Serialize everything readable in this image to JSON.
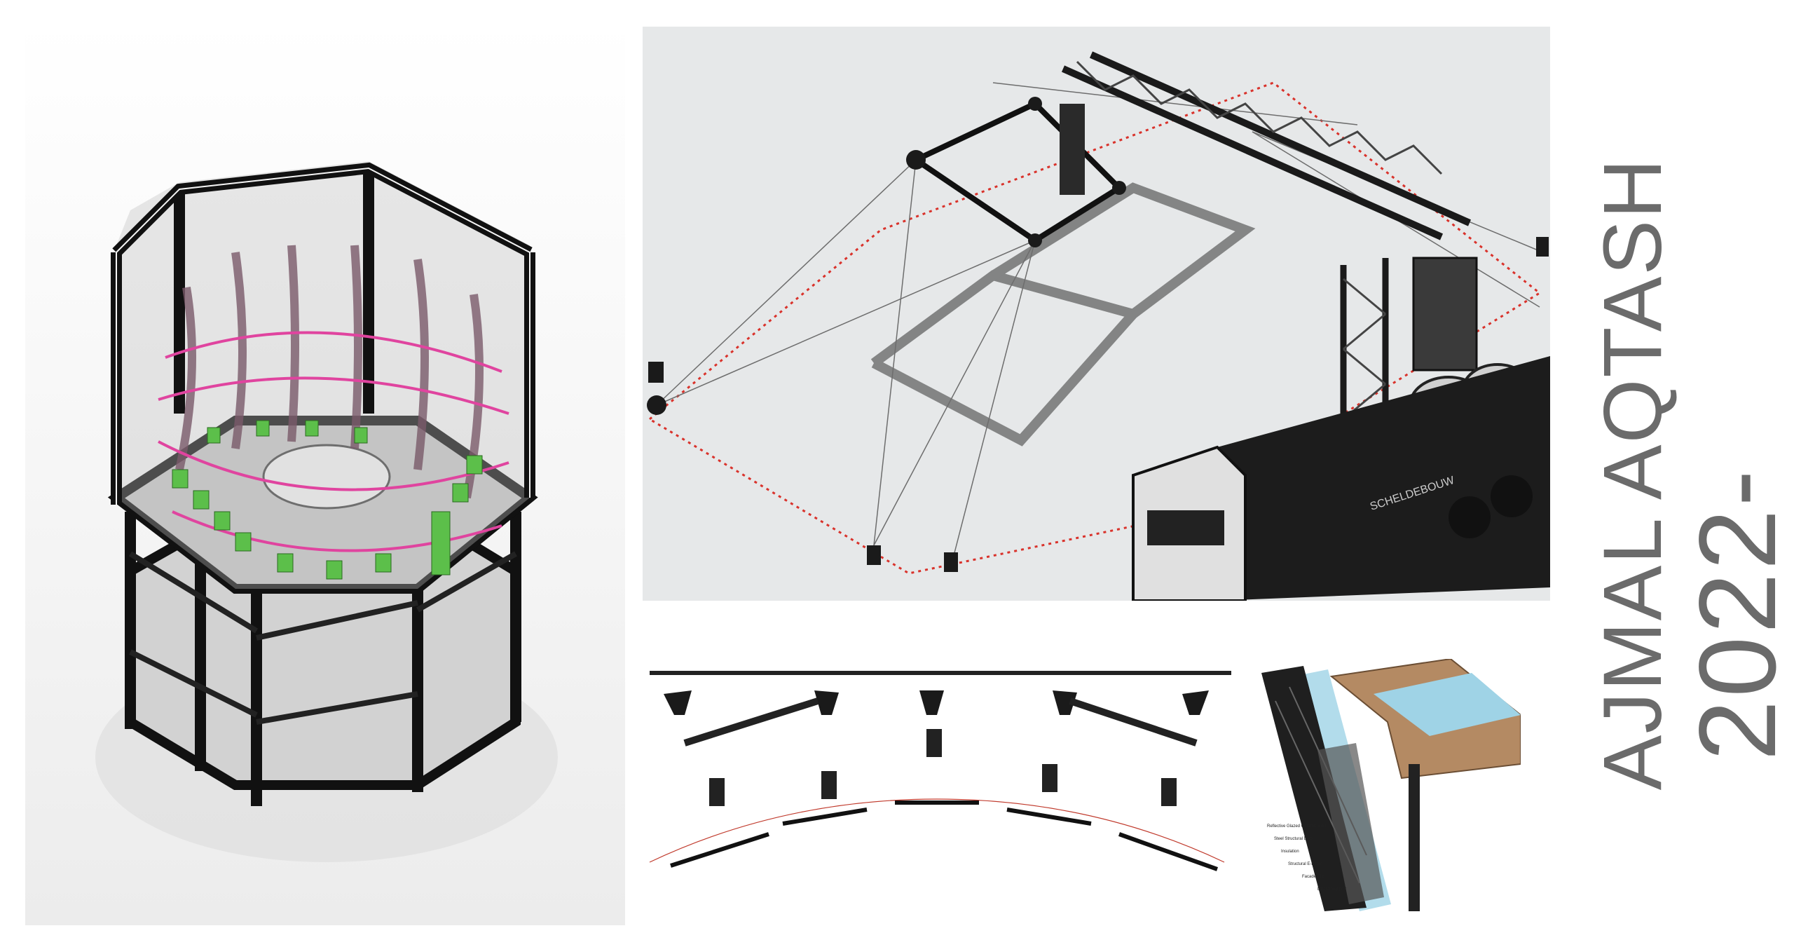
{
  "title": {
    "name": "AJMAL AQTASH",
    "years": "2022-"
  },
  "panels": {
    "pavilion": {},
    "crane": {
      "truck_text": "SCHELDEBOUW"
    },
    "fixings": {},
    "facade_section": {
      "labels": [
        "Reflective Glazed Ceramic Brick",
        "Steel Structural Deck",
        "Insulation",
        "Structural E-Beam",
        "Facade Clip",
        "Lateral Support"
      ]
    }
  },
  "colors": {
    "title_gray": "#6b6b6b",
    "accent_pink": "#e0449f",
    "accent_green": "#5cbf4a",
    "dotted_red": "#d9322b",
    "cladding_blue": "#9fd3e6",
    "timber": "#b48a63"
  }
}
